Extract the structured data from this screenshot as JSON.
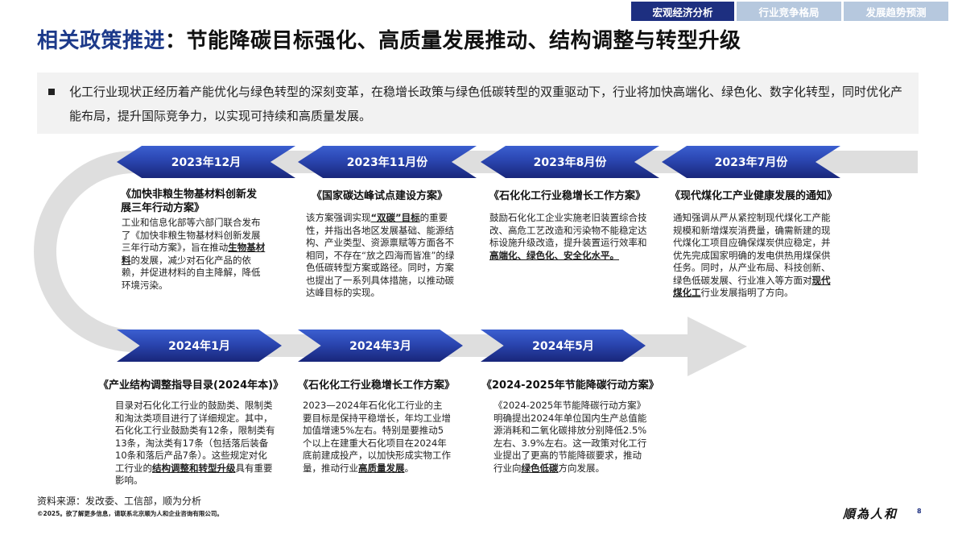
{
  "top_tabs": [
    {
      "label": "宏观经济分析",
      "active": true
    },
    {
      "label": "行业竞争格局",
      "active": false
    },
    {
      "label": "发展趋势预测",
      "active": false
    }
  ],
  "title": {
    "accent": "相关政策推进",
    "main": "：节能降碳目标强化、高质量发展推动、结构调整与转型升级"
  },
  "summary": "化工行业现状正经历着产能优化与绿色转型的深刻变革，在稳增长政策与绿色低碳转型的双重驱动下，行业将加快高端化、绿色化、数字化转型，同时优化产能布局，提升国际竞争力，以实现可持续和高质量发展。",
  "colors": {
    "accent_blue": "#1d3a8a",
    "tab_active": "#1d2f80",
    "tab_inactive": "#b6c8de",
    "track_gray": "#dedede",
    "summary_bg": "#f2f2f2"
  },
  "timeline": [
    {
      "date": "2023年12月",
      "policy": "《加快非粮生物基材料创新发展三年行动方案》",
      "body_parts": [
        "工业和信息化部等六部门联合发布了《加快非粮生物基材料创新发展三年行动方案》，旨在推动",
        "生物基材料",
        "的发展，减少对石化产品的依赖，并促进材料的自主降解，降低环境污染。"
      ]
    },
    {
      "date": "2023年11月份",
      "policy": "《国家碳达峰试点建设方案》",
      "body_parts": [
        "该方案强调实现",
        "“双碳”目标",
        "的重要性，并指出各地区发展基础、能源结构、产业类型、资源禀赋等方面各不相同，不存在“放之四海而皆准”的绿色低碳转型方案或路径。同时，方案也提出了一系列具体措施，以推动碳达峰目标的实现。"
      ]
    },
    {
      "date": "2023年8月份",
      "policy": "《石化化工行业稳增长工作方案》",
      "body_parts": [
        "鼓励石化化工企业实施老旧装置综合技改、高危工艺改造和污染物不能稳定达标设施升级改造，提升装置运行效率和",
        "高端化、绿色化、安全化水平。",
        ""
      ]
    },
    {
      "date": "2023年7月份",
      "policy": "《现代煤化工产业健康发展的通知》",
      "body_parts": [
        "通知强调从严从紧控制现代煤化工产能规模和新增煤炭消费量，确需新建的现代煤化工项目应确保煤炭供应稳定，并优先完成国家明确的发电供热用煤保供任务。同时，从产业布局、科技创新、绿色低碳发展、行业准入等方面对",
        "现代煤化工",
        "行业发展指明了方向。"
      ]
    },
    {
      "date": "2024年1月",
      "policy": "《产业结构调整指导目录(2024年本)》",
      "body_parts": [
        "目录对石化化工行业的鼓励类、限制类和淘汰类项目进行了详细规定。其中，石化化工行业鼓励类有12条，限制类有13条，淘汰类有17条（包括落后装备10条和落后产品7条）。这些规定对化工行业的",
        "结构调整和转型升级",
        "具有重要影响。"
      ]
    },
    {
      "date": "2024年3月",
      "policy": "《石化化工行业稳增长工作方案》",
      "body_parts": [
        "2023—2024年石化化工行业的主要目标是保持平稳增长，年均工业增加值增速5%左右。特别是要推动5个以上在建重大石化项目在2024年底前建成投产，以加快形成实物工作量，推动行业",
        "高质量发展",
        "。"
      ]
    },
    {
      "date": "2024年5月",
      "policy": "《2024-2025年节能降碳行动方案》",
      "body_parts": [
        "《2024-2025年节能降碳行动方案》明确提出2024年单位国内生产总值能源消耗和二氧化碳排放分别降低2.5%左右、3.9%左右。这一政策对化工行业提出了更高的节能降碳要求，推动行业向",
        "绿色低碳",
        "方向发展。"
      ]
    }
  ],
  "footer": {
    "source": "资料来源：发改委、工信部，顺为分析",
    "copyright": "©2025。欲了解更多信息，请联系北京顺为人和企业咨询有限公司。",
    "logo": "順為人和",
    "page": "8"
  }
}
